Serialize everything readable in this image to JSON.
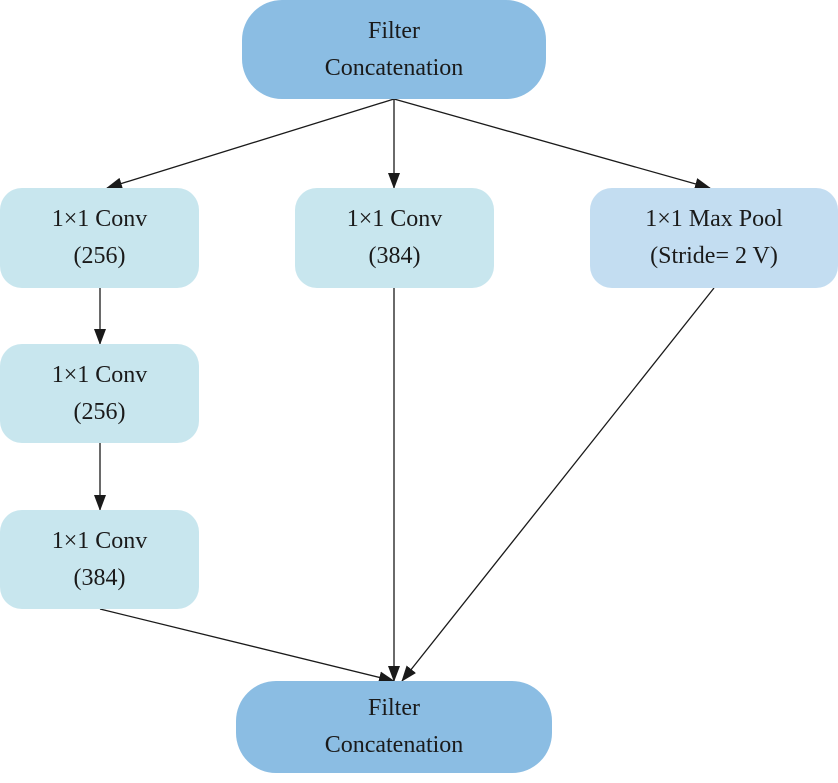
{
  "nodes": {
    "top_concat": {
      "line1": "Filter",
      "line2": "Concatenation"
    },
    "conv_a1": {
      "line1": "1×1 Conv",
      "line2": "(256)"
    },
    "conv_b": {
      "line1": "1×1 Conv",
      "line2": "(384)"
    },
    "max_pool": {
      "line1": "1×1 Max Pool",
      "line2": "(Stride= 2 V)"
    },
    "conv_a2": {
      "line1": "1×1 Conv",
      "line2": "(256)"
    },
    "conv_a3": {
      "line1": "1×1 Conv",
      "line2": "(384)"
    },
    "bottom_concat": {
      "line1": "Filter",
      "line2": "Concatenation"
    }
  },
  "colors": {
    "concat_fill": "#8bbde3",
    "conv_fill": "#c8e6ee",
    "pool_fill": "#c3ddf1",
    "edge": "#1a1a1a"
  }
}
